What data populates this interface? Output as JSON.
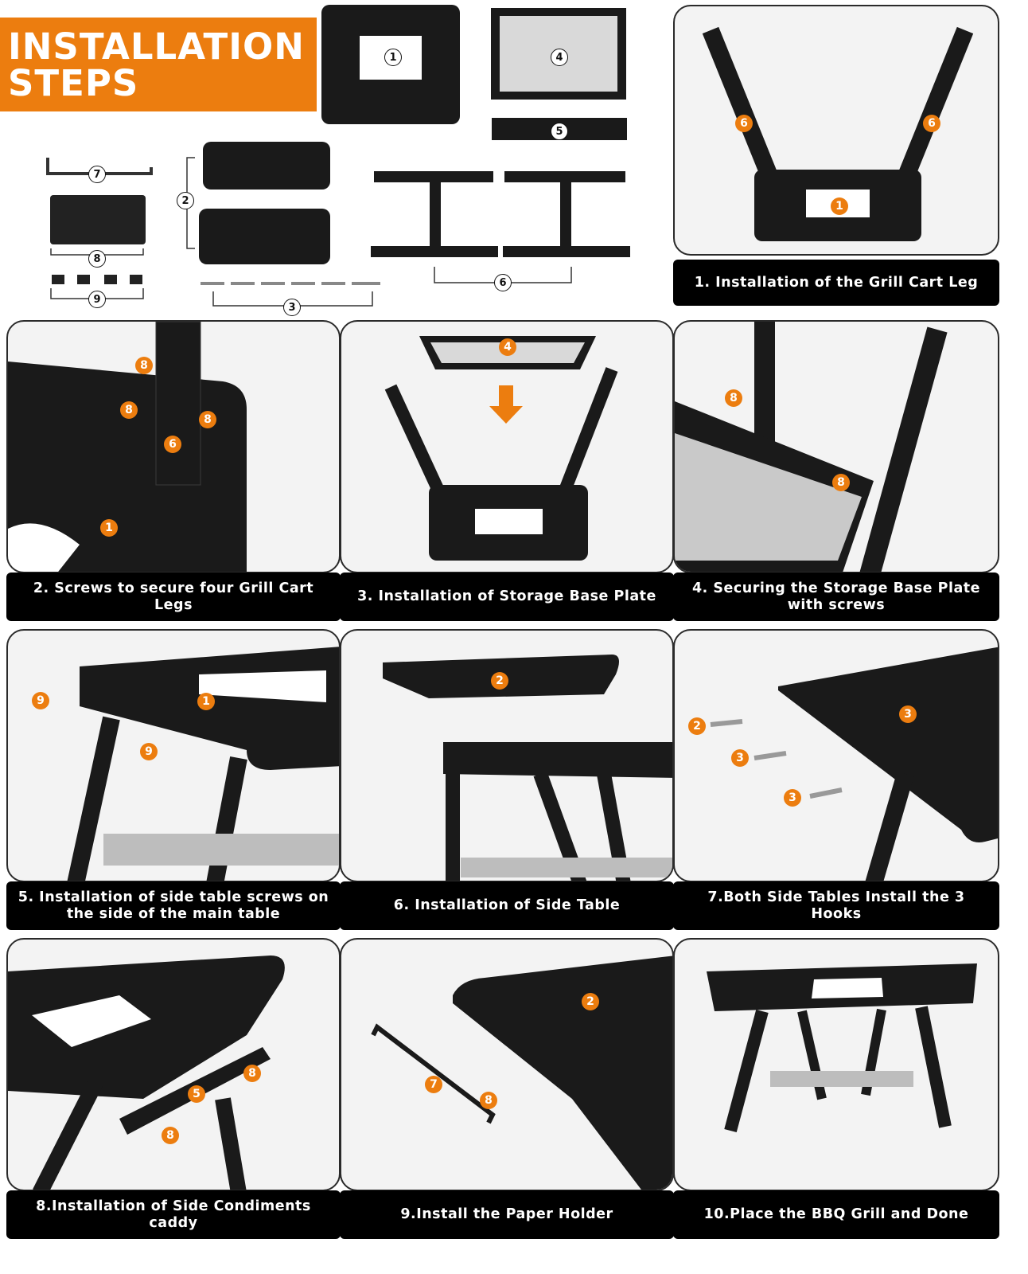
{
  "header": {
    "title_line1": "INSTALLATION",
    "title_line2": "STEPS"
  },
  "parts": [
    {
      "id": "part-1",
      "number": "1"
    },
    {
      "id": "part-2",
      "number": "2"
    },
    {
      "id": "part-3",
      "number": "3"
    },
    {
      "id": "part-4",
      "number": "4"
    },
    {
      "id": "part-5",
      "number": "5"
    },
    {
      "id": "part-6",
      "number": "6"
    },
    {
      "id": "part-7",
      "number": "7"
    },
    {
      "id": "part-8",
      "number": "8"
    },
    {
      "id": "part-9",
      "number": "9"
    }
  ],
  "steps": [
    {
      "caption": "1. Installation of the Grill Cart Leg",
      "badges": [
        "6",
        "6",
        "1"
      ]
    },
    {
      "caption": "2. Screws to secure four Grill Cart Legs",
      "badges": [
        "8",
        "8",
        "8",
        "6",
        "1"
      ]
    },
    {
      "caption": "3. Installation of Storage Base Plate",
      "badges": [
        "4"
      ]
    },
    {
      "caption": "4. Securing the Storage Base Plate with screws",
      "badges": [
        "8",
        "8"
      ]
    },
    {
      "caption": "5.  Installation of side table screws on the side of the main table",
      "badges": [
        "9",
        "1",
        "9"
      ]
    },
    {
      "caption": "6. Installation of Side Table",
      "badges": [
        "2"
      ]
    },
    {
      "caption": "7.Both Side Tables Install the 3 Hooks",
      "badges": [
        "3",
        "2",
        "3",
        "3"
      ]
    },
    {
      "caption": "8.Installation of Side Condiments caddy",
      "badges": [
        "8",
        "5",
        "8"
      ]
    },
    {
      "caption": "9.Install the Paper Holder",
      "badges": [
        "2",
        "7",
        "8"
      ]
    },
    {
      "caption": "10.Place the BBQ Grill and Done",
      "badges": []
    }
  ],
  "colors": {
    "accent": "#ec7d0f",
    "caption_bg": "#000000",
    "product": "#1a1a1a"
  }
}
